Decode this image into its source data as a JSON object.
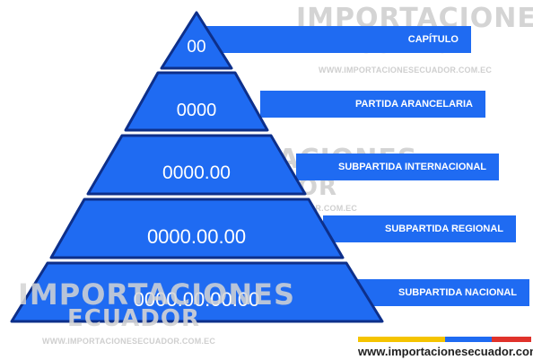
{
  "watermark": {
    "title_line1": "IMPORTACIONES",
    "title_line2": "ECUADOR",
    "url": "WWW.IMPORTACIONESECUADOR.COM.EC"
  },
  "levels": [
    {
      "code": "00",
      "label": "CAPÍTULO"
    },
    {
      "code": "0000",
      "label": "PARTIDA ARANCELARIA"
    },
    {
      "code": "0000.00",
      "label": "SUBPARTIDA INTERNACIONAL"
    },
    {
      "code": "0000.00.00",
      "label": "SUBPARTIDA REGIONAL"
    },
    {
      "code": "0000.00.00.00",
      "label": "SUBPARTIDA NACIONAL"
    }
  ],
  "footer": {
    "url": "www.importacionesecuador.com.ec",
    "flag_colors": [
      "#f5c400",
      "#1f6bf2",
      "#e0322b"
    ]
  },
  "colors": {
    "pyramid_fill": "#1f6bf2",
    "pyramid_outline": "#0d2f8a",
    "bar_fill": "#1f6bf2",
    "watermark": "#d4d4d4"
  }
}
